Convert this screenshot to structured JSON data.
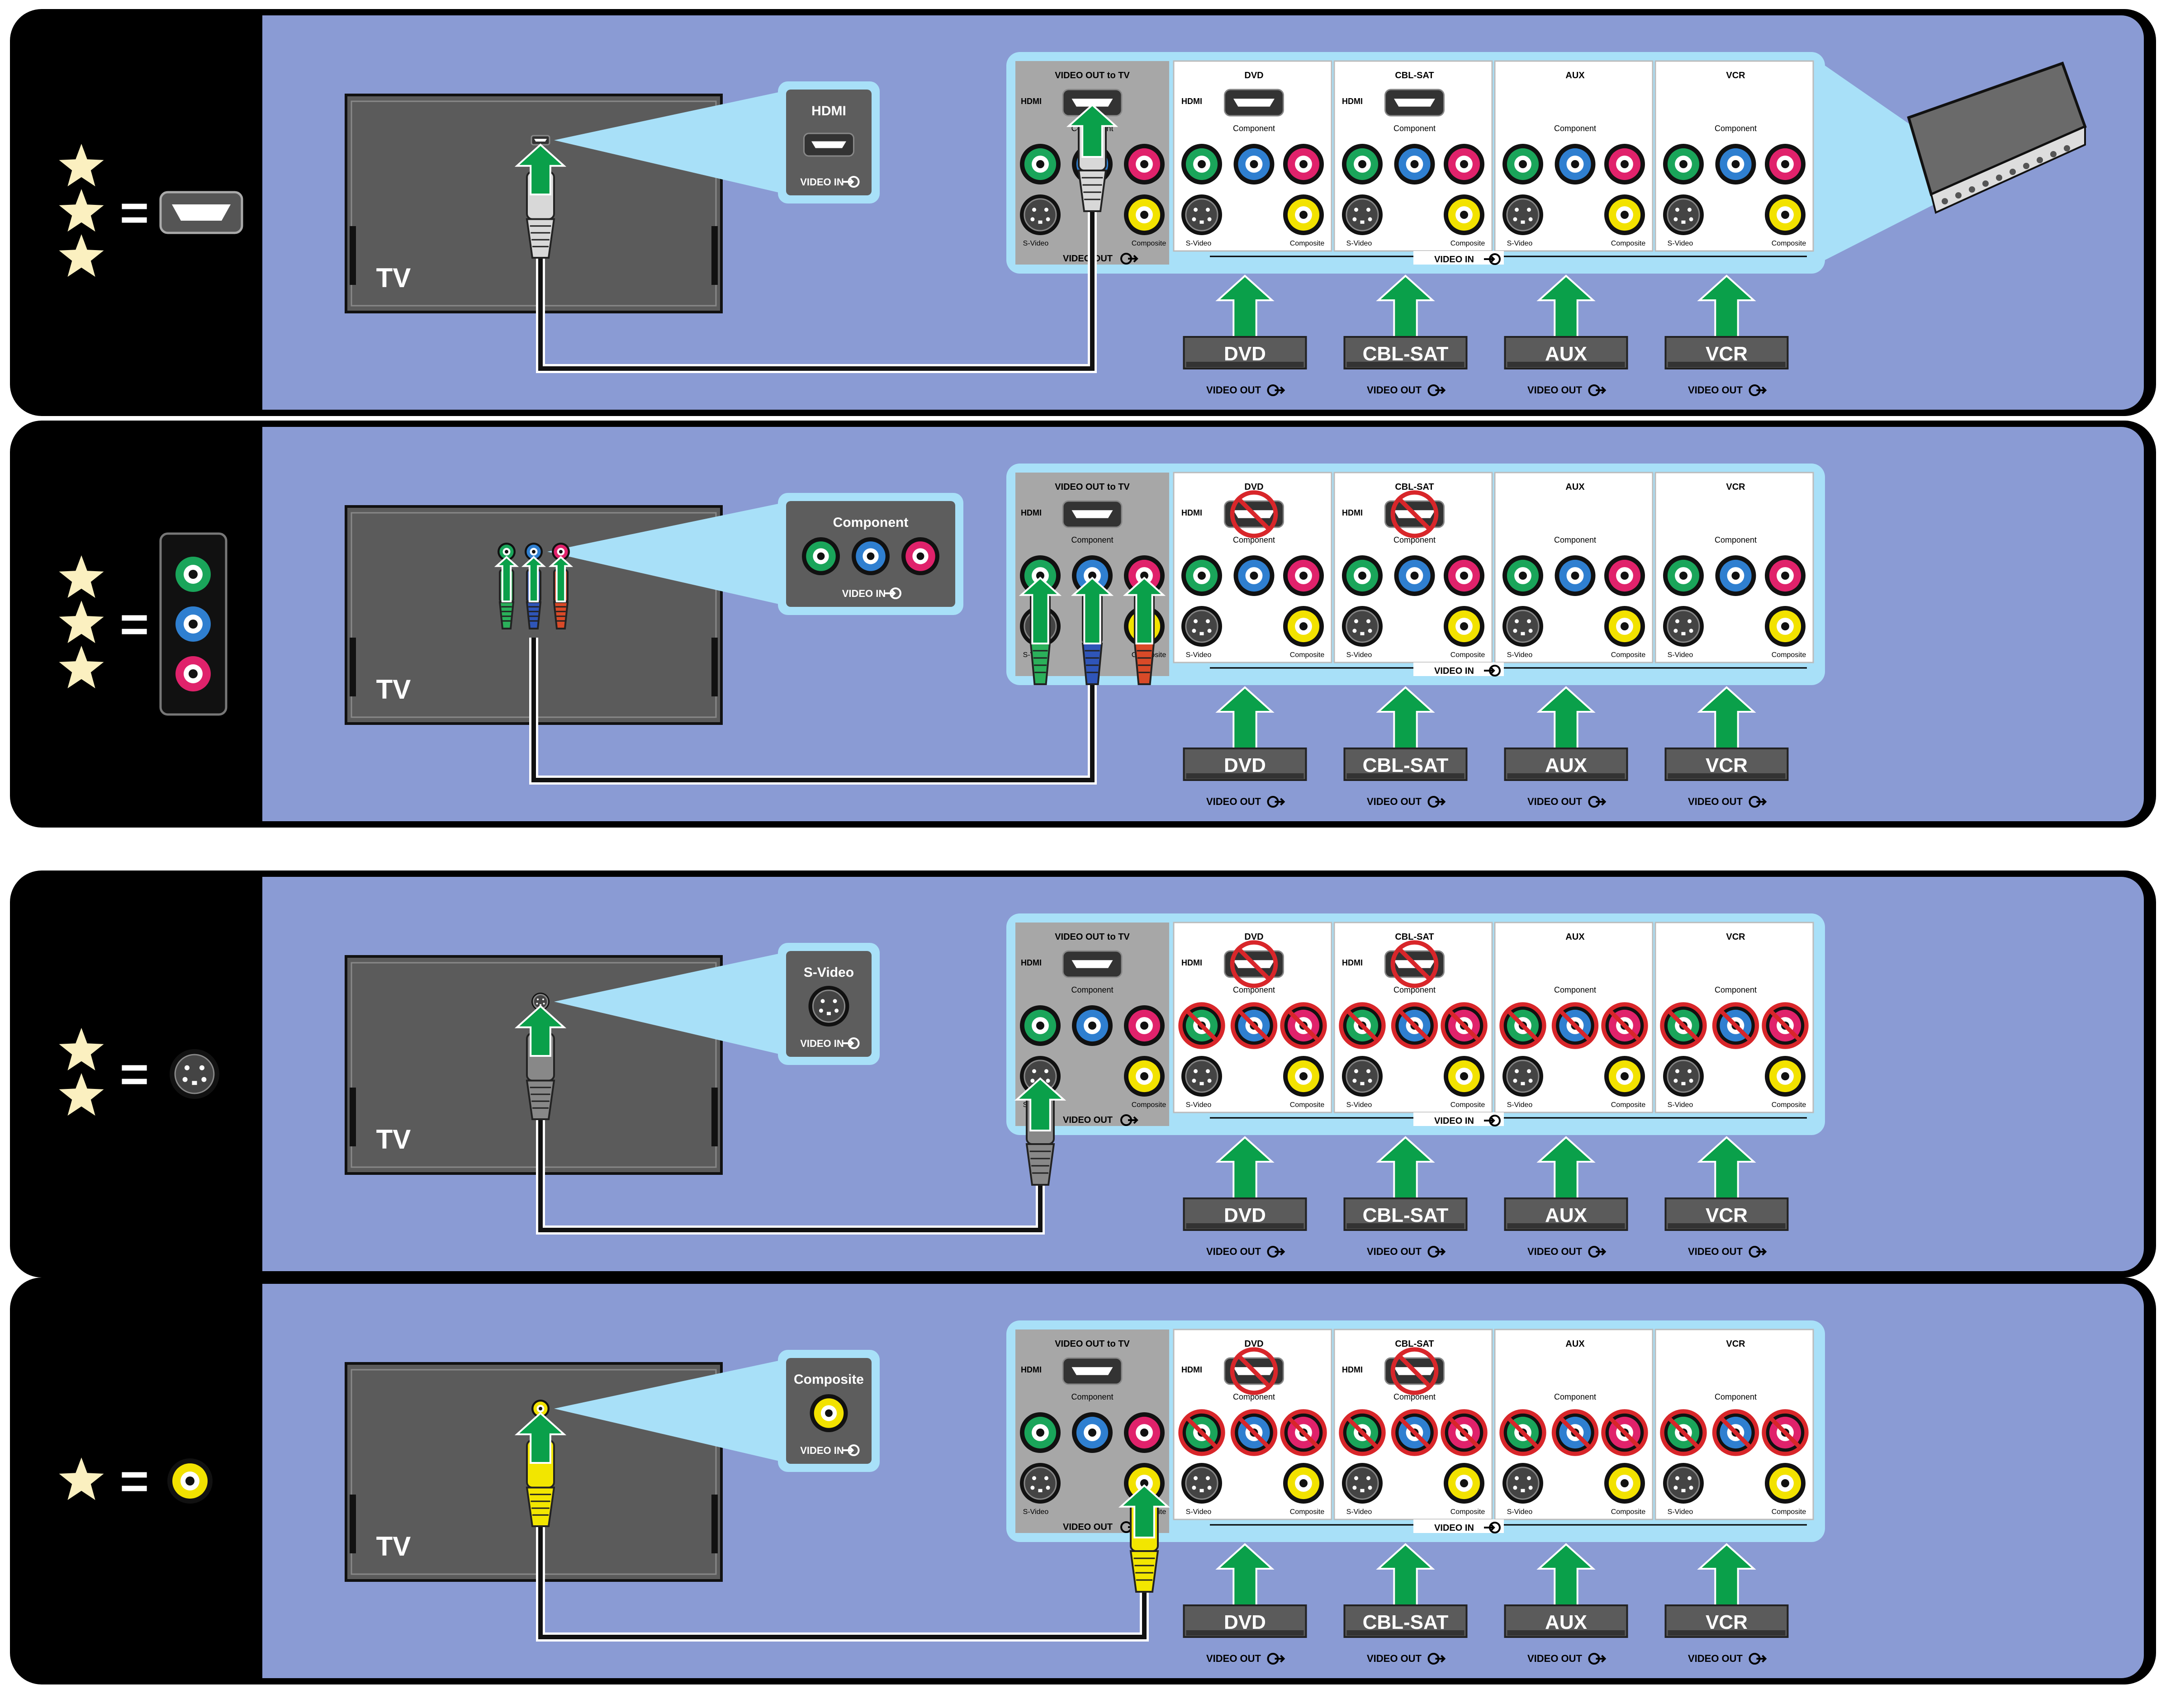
{
  "colors": {
    "panel_bg": "#8a9bd4",
    "sidebar": "#000000",
    "star": "#fbf0c0",
    "callout": "#a8e0f8",
    "receiver_frame": "#a8e0f8",
    "section_gray": "#a7a7a7",
    "port_body": "#5a5a5a",
    "jack_green": "#1aa55a",
    "jack_blue": "#2f7fd0",
    "jack_red": "#e0226b",
    "jack_yellow": "#f2e200",
    "arrow": "#0aa04a",
    "cable": "#111111",
    "no_sign": "#d8262a"
  },
  "rows": [
    {
      "stars": 3,
      "legend_icon": "hdmi-icon",
      "tv_label": "TV",
      "callout_title": "HDMI",
      "callout_icon": "hdmi-icon",
      "callout_footer": "VIDEO IN",
      "receiver_footer_left": "VIDEO OUT",
      "receiver_footer_right": "VIDEO IN",
      "tv_out_title": "VIDEO OUT to TV",
      "blocked": {
        "hdmi": false,
        "component": false
      },
      "cable": "hdmi",
      "show_device_image": true
    },
    {
      "stars": 3,
      "legend_icon": "component-icon",
      "tv_label": "TV",
      "callout_title": "Component",
      "callout_icon": "component-icon",
      "callout_footer": "VIDEO IN",
      "receiver_footer_left": "",
      "receiver_footer_right": "VIDEO IN",
      "tv_out_title": "VIDEO OUT to TV",
      "blocked": {
        "hdmi": true,
        "component": false
      },
      "cable": "component",
      "show_device_image": false
    },
    {
      "stars": 2,
      "legend_icon": "svideo-icon",
      "tv_label": "TV",
      "callout_title": "S-Video",
      "callout_icon": "svideo-icon",
      "callout_footer": "VIDEO IN",
      "receiver_footer_left": "VIDEO OUT",
      "receiver_footer_right": "VIDEO IN",
      "tv_out_title": "VIDEO OUT to TV",
      "blocked": {
        "hdmi": true,
        "component": true
      },
      "cable": "svideo",
      "show_device_image": false
    },
    {
      "stars": 1,
      "legend_icon": "composite-icon",
      "tv_label": "TV",
      "callout_title": "Composite",
      "callout_icon": "composite-icon",
      "callout_footer": "VIDEO IN",
      "receiver_footer_left": "VIDEO OUT",
      "receiver_footer_right": "VIDEO IN",
      "tv_out_title": "VIDEO OUT to TV",
      "blocked": {
        "hdmi": true,
        "component": true
      },
      "cable": "composite",
      "show_device_image": false
    }
  ],
  "receiver": {
    "sections": [
      {
        "title": "DVD",
        "has_hdmi": true
      },
      {
        "title": "CBL-SAT",
        "has_hdmi": true
      },
      {
        "title": "AUX",
        "has_hdmi": false
      },
      {
        "title": "VCR",
        "has_hdmi": false
      }
    ],
    "hdmi_label": "HDMI",
    "component_label": "Component",
    "svideo_label": "S-Video",
    "composite_label": "Composite"
  },
  "sources": [
    {
      "name": "DVD",
      "footer": "VIDEO OUT"
    },
    {
      "name": "CBL-SAT",
      "footer": "VIDEO OUT"
    },
    {
      "name": "AUX",
      "footer": "VIDEO OUT"
    },
    {
      "name": "VCR",
      "footer": "VIDEO OUT"
    }
  ],
  "equals": "="
}
